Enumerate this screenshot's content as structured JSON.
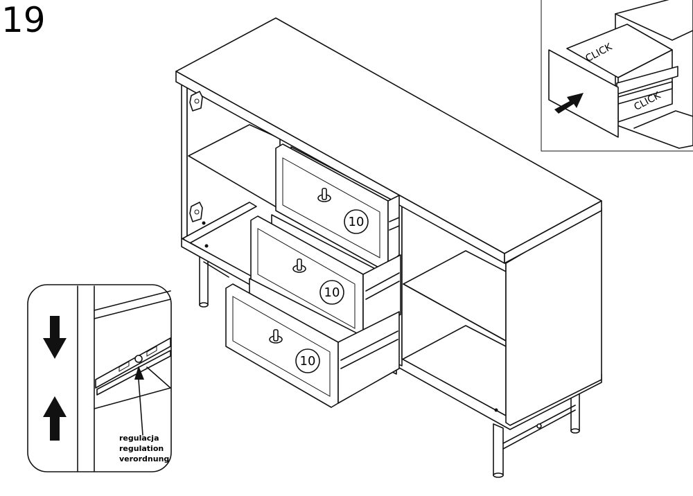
{
  "step": {
    "number": "19"
  },
  "drawer_callouts": [
    "10",
    "10",
    "10"
  ],
  "click_detail": {
    "label_top": "CLICK",
    "label_bottom": "CLICK"
  },
  "adjustment_detail": {
    "labels": [
      "regulacja",
      "regulation",
      "verordnung"
    ]
  },
  "icons": [
    "arrow-down-icon",
    "arrow-up-icon",
    "push-arrow-icon",
    "hinge-icon"
  ]
}
